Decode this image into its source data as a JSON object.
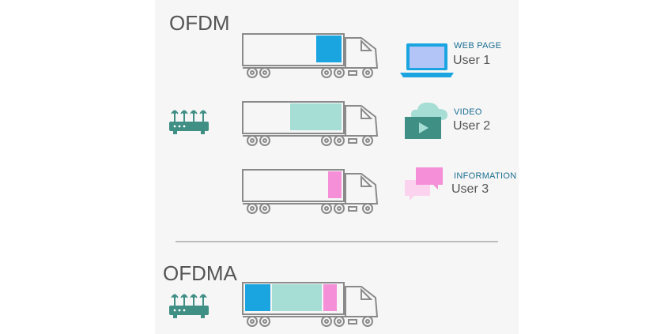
{
  "ofdm": {
    "title": "OFDM",
    "users": [
      {
        "category": "WEB PAGE",
        "name": "User 1",
        "device": "laptop-icon",
        "cargo_color": "#1aa4e0"
      },
      {
        "category": "VIDEO",
        "name": "User 2",
        "device": "cloud-video-icon",
        "cargo_color": "#a6ded5"
      },
      {
        "category": "INFORMATION",
        "name": "User 3",
        "device": "chat-bubbles-icon",
        "cargo_color": "#f58fd8"
      }
    ]
  },
  "ofdma": {
    "title": "OFDMA"
  },
  "colors": {
    "router": "#3f8f85",
    "truck_outline": "#8a8a8a",
    "web": "#1aa4e0",
    "video": "#a6ded5",
    "info": "#f58fd8",
    "label": "#1b6e92"
  }
}
